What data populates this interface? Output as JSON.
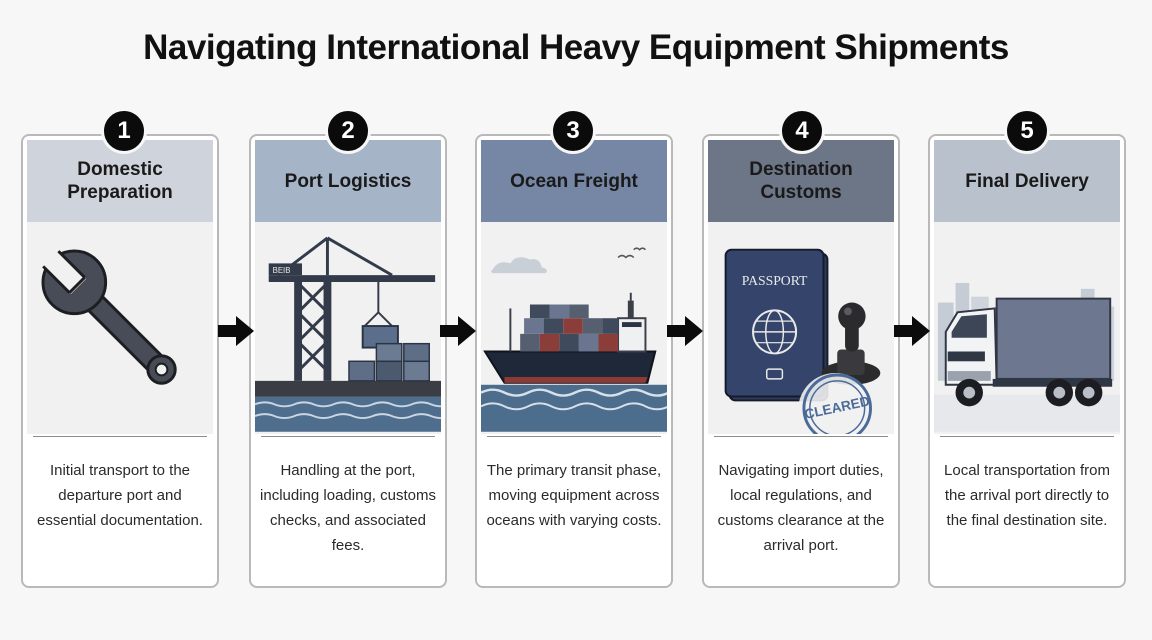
{
  "title": "Navigating International Heavy Equipment Shipments",
  "steps": [
    {
      "number": "1",
      "title": "Domestic Preparation",
      "description": "Initial transport to the departure port and essential documentation.",
      "header_color": "#cfd3db",
      "icon": "wrench-icon"
    },
    {
      "number": "2",
      "title": "Port Logistics",
      "description": "Handling at the port, including loading, customs checks, and associated fees.",
      "header_color": "#a6b4c8",
      "icon": "port-crane-icon"
    },
    {
      "number": "3",
      "title": "Ocean Freight",
      "description": "The primary transit phase, moving equipment across oceans with varying costs.",
      "header_color": "#7587a4",
      "icon": "cargo-ship-icon"
    },
    {
      "number": "4",
      "title": "Destination Customs",
      "description": "Navigating import duties, local regulations, and customs clearance at the arrival port.",
      "header_color": "#6d7687",
      "icon": "passport-icon"
    },
    {
      "number": "5",
      "title": "Final Delivery",
      "description": "Local transportation from the arrival port directly to the final destination site.",
      "header_color": "#b8c1cc",
      "icon": "delivery-truck-icon"
    }
  ],
  "illustrations": {
    "passport_label": "PASSPORT",
    "stamp_label": "CLEARED",
    "crane_sign": "BEIB"
  },
  "colors": {
    "dark": "#0b0b0b",
    "slate": "#3f4450",
    "navy": "#2e3c5a",
    "ink": "#1b2233",
    "water": "#4d6d8c"
  }
}
